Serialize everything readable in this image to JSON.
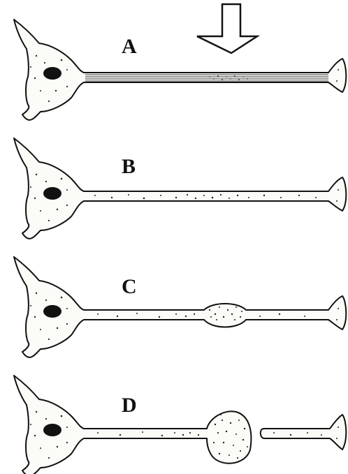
{
  "panels": [
    {
      "id": "A",
      "label": "A",
      "state": "intact-microtubules"
    },
    {
      "id": "B",
      "label": "B",
      "state": "dispersed-particles"
    },
    {
      "id": "C",
      "label": "C",
      "state": "axonal-swelling"
    },
    {
      "id": "D",
      "label": "D",
      "state": "axonal-disconnection"
    }
  ],
  "arrow": {
    "icon": "down-arrow-icon",
    "panel": "A"
  },
  "colors": {
    "ink": "#111111",
    "background": "#ffffff",
    "cytoplasm": "#fbfbf7"
  }
}
